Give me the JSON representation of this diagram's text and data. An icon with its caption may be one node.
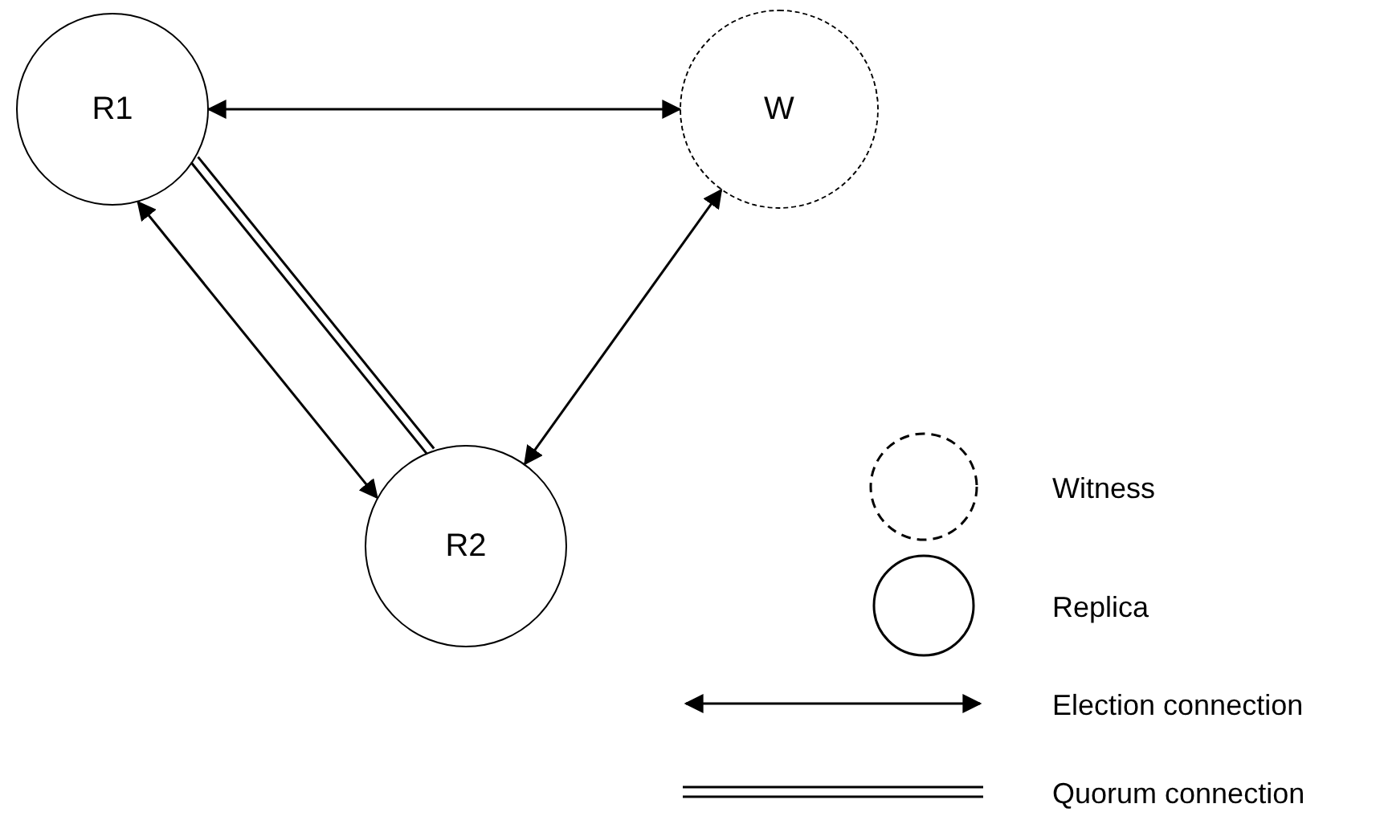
{
  "diagram": {
    "nodes": [
      {
        "text": [
          "R1"
        ]
      },
      {
        "text": [
          "W"
        ]
      },
      {
        "text": [
          "R2"
        ]
      }
    ],
    "edges": [
      {
        "from": 0,
        "to": 1,
        "arrow": "both"
      },
      {
        "from": 0,
        "to": 2,
        "arrow": "both"
      },
      {
        "from": 0,
        "to": 2,
        "arrow": "none",
        "style": "thick"
      },
      {
        "from": 1,
        "to": 2,
        "arrow": "both"
      }
    ],
    "legend": [
      {
        "text": "Witness"
      },
      {
        "text": "Replica"
      },
      {
        "text": "Election connection"
      },
      {
        "text": "Quorum connection"
      }
    ]
  }
}
